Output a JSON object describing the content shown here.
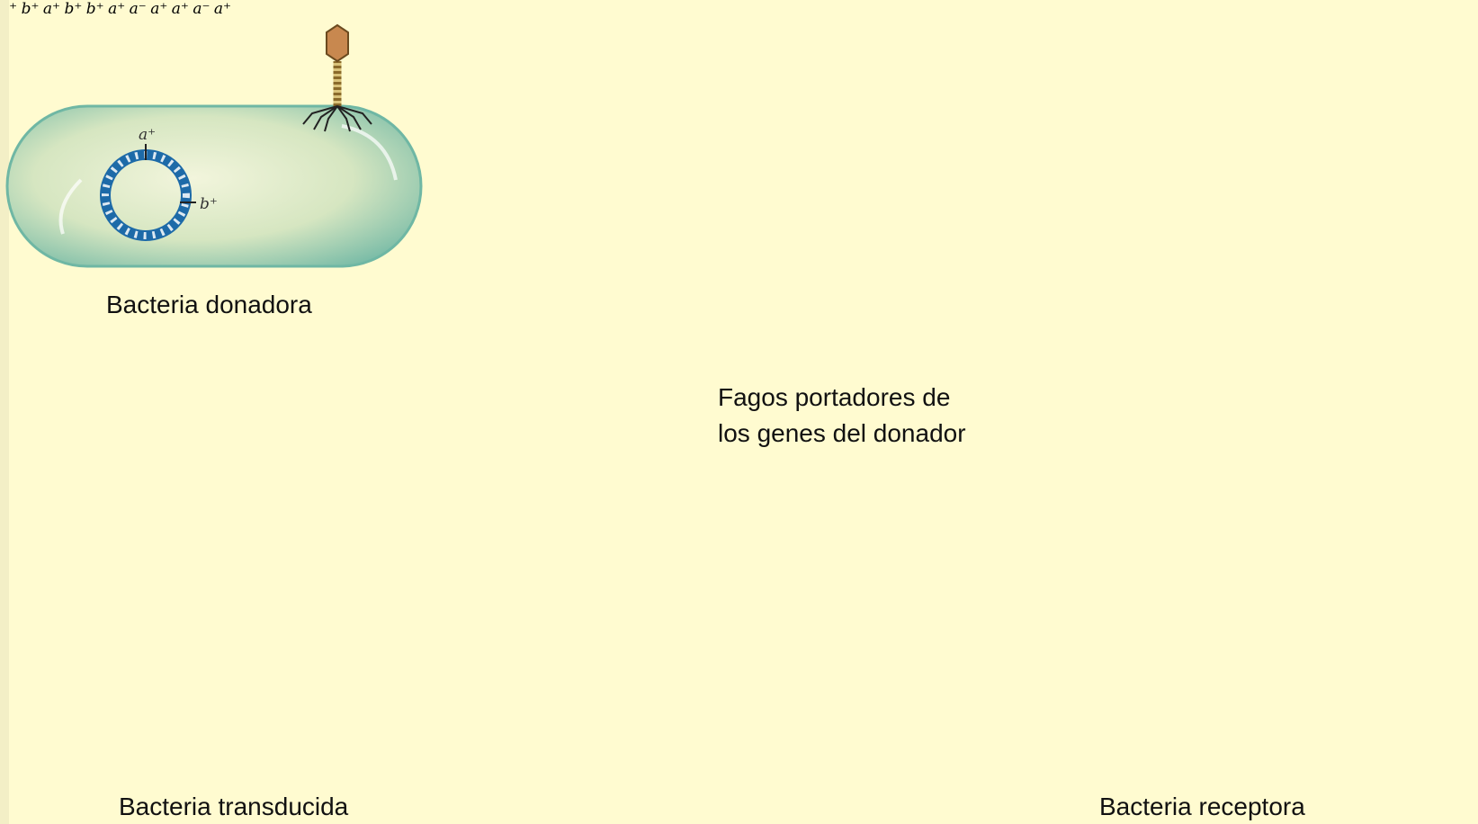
{
  "captions": {
    "donor": "Bacteria donadora",
    "phages_line1": "Fagos portadores de",
    "phages_line2": "los genes del donador",
    "transduced": "Bacteria transducida",
    "recipient": "Bacteria receptora"
  },
  "gene_labels": {
    "a_plus": "a⁺",
    "b_plus": "b⁺",
    "a_minus": "a⁻"
  },
  "colors": {
    "background": "#fffbd0",
    "cell_fill": "#c9dcb4",
    "cell_edge": "#6fb7a4",
    "dna_dark_blue": "#1d6aa8",
    "dna_light_blue": "#5cc8e6",
    "phage_head": "#c8884f",
    "dna_red": "#d05a4a"
  }
}
